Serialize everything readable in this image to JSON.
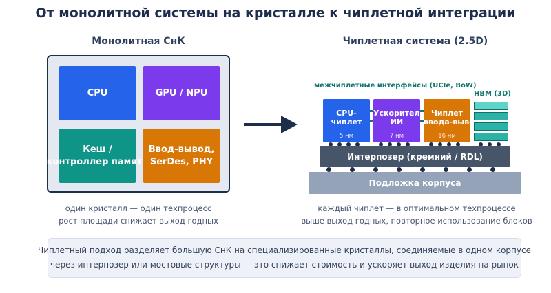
{
  "title": "От монолитной системы на кристалле к чиплетной интеграции",
  "monolithic": {
    "heading": "Монолитная СнК",
    "blocks": {
      "cpu": "CPU",
      "gpu": "GPU / NPU",
      "cache": "Кеш /\nконтроллер памяти",
      "io": "Ввод-вывод,\nSerDes, PHY"
    },
    "caption_line1": "один кристалл — один техпроцесс",
    "caption_line2": "рост площади снижает выход годных"
  },
  "chiplet": {
    "heading": "Чиплетная система (2.5D)",
    "interconnect_label": "межчиплетные интерфейсы (UCIe, BoW)",
    "hbm_label": "HBM (3D)",
    "chiplets": [
      {
        "name": "CPU-\nчиплет",
        "node": "5 нм"
      },
      {
        "name": "Ускоритель\nИИ",
        "node": "7 нм"
      },
      {
        "name": "Чиплет\nввода-вывода",
        "node": "16 нм"
      }
    ],
    "interposer": "Интерпозер (кремний / RDL)",
    "substrate": "Подложка корпуса",
    "caption_line1": "каждый чиплет — в оптимальном техпроцессе",
    "caption_line2": "выше выход годных, повторное использование блоков"
  },
  "note": {
    "line1": "Чиплетный подход разделяет большую СнК на специализированные кристаллы, соединяемые в одном корпусе",
    "line2": "через интерпозер или мостовые структуры — это снижает стоимость и ускоряет выход изделия на рынок"
  },
  "colors": {
    "cpu": "#2563eb",
    "gpu": "#7c3aed",
    "cache": "#0f9488",
    "io": "#d97706",
    "hbm": "#2ab3a6",
    "interposer": "#475569",
    "substrate": "#94a3b8",
    "navy": "#1f2d4d"
  }
}
